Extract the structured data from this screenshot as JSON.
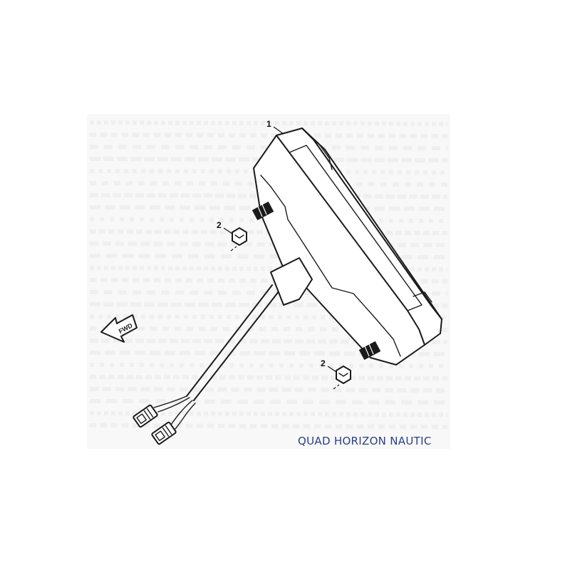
{
  "callouts": {
    "instrument_cluster": "1",
    "nut_upper": "2",
    "nut_lower": "2"
  },
  "direction_arrow": {
    "label": "FWD"
  },
  "caption": {
    "text": "QUAD HORIZON NAUTIC",
    "color": "#2b3f8a"
  },
  "colors": {
    "ink": "#1a1a1a",
    "background": "#ffffff",
    "watermark": "#d6d6d6"
  },
  "icons": {
    "direction": "forward-arrow-icon",
    "connectors": "wire-connector-icon"
  }
}
